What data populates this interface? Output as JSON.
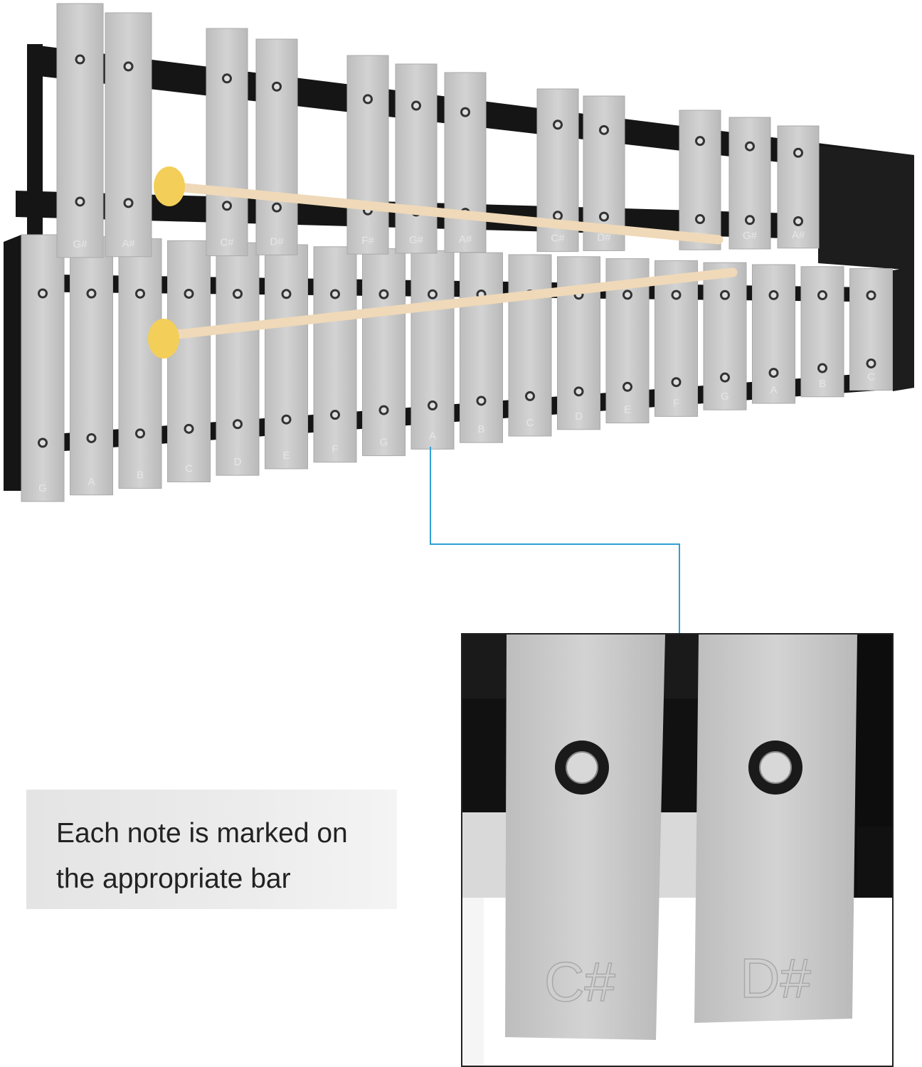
{
  "caption": {
    "line1": "Each note is marked on",
    "line2": "the appropriate bar"
  },
  "upper_row_notes": [
    "G#",
    "A#",
    "C#",
    "D#",
    "F#",
    "G#",
    "A#",
    "C#",
    "D#",
    "F#",
    "G#",
    "A#"
  ],
  "lower_row_notes": [
    "G",
    "A",
    "B",
    "C",
    "D",
    "E",
    "F",
    "G",
    "A",
    "B",
    "C",
    "D",
    "E",
    "F",
    "G",
    "A",
    "B",
    "C"
  ],
  "inset_notes": [
    "C#",
    "D#"
  ],
  "colors": {
    "bar": "#c9c9c9",
    "frame": "#151515",
    "mallet_head": "#f3cf5a",
    "mallet_stick": "#efd9b8",
    "callout_line": "#2f9fd6"
  }
}
